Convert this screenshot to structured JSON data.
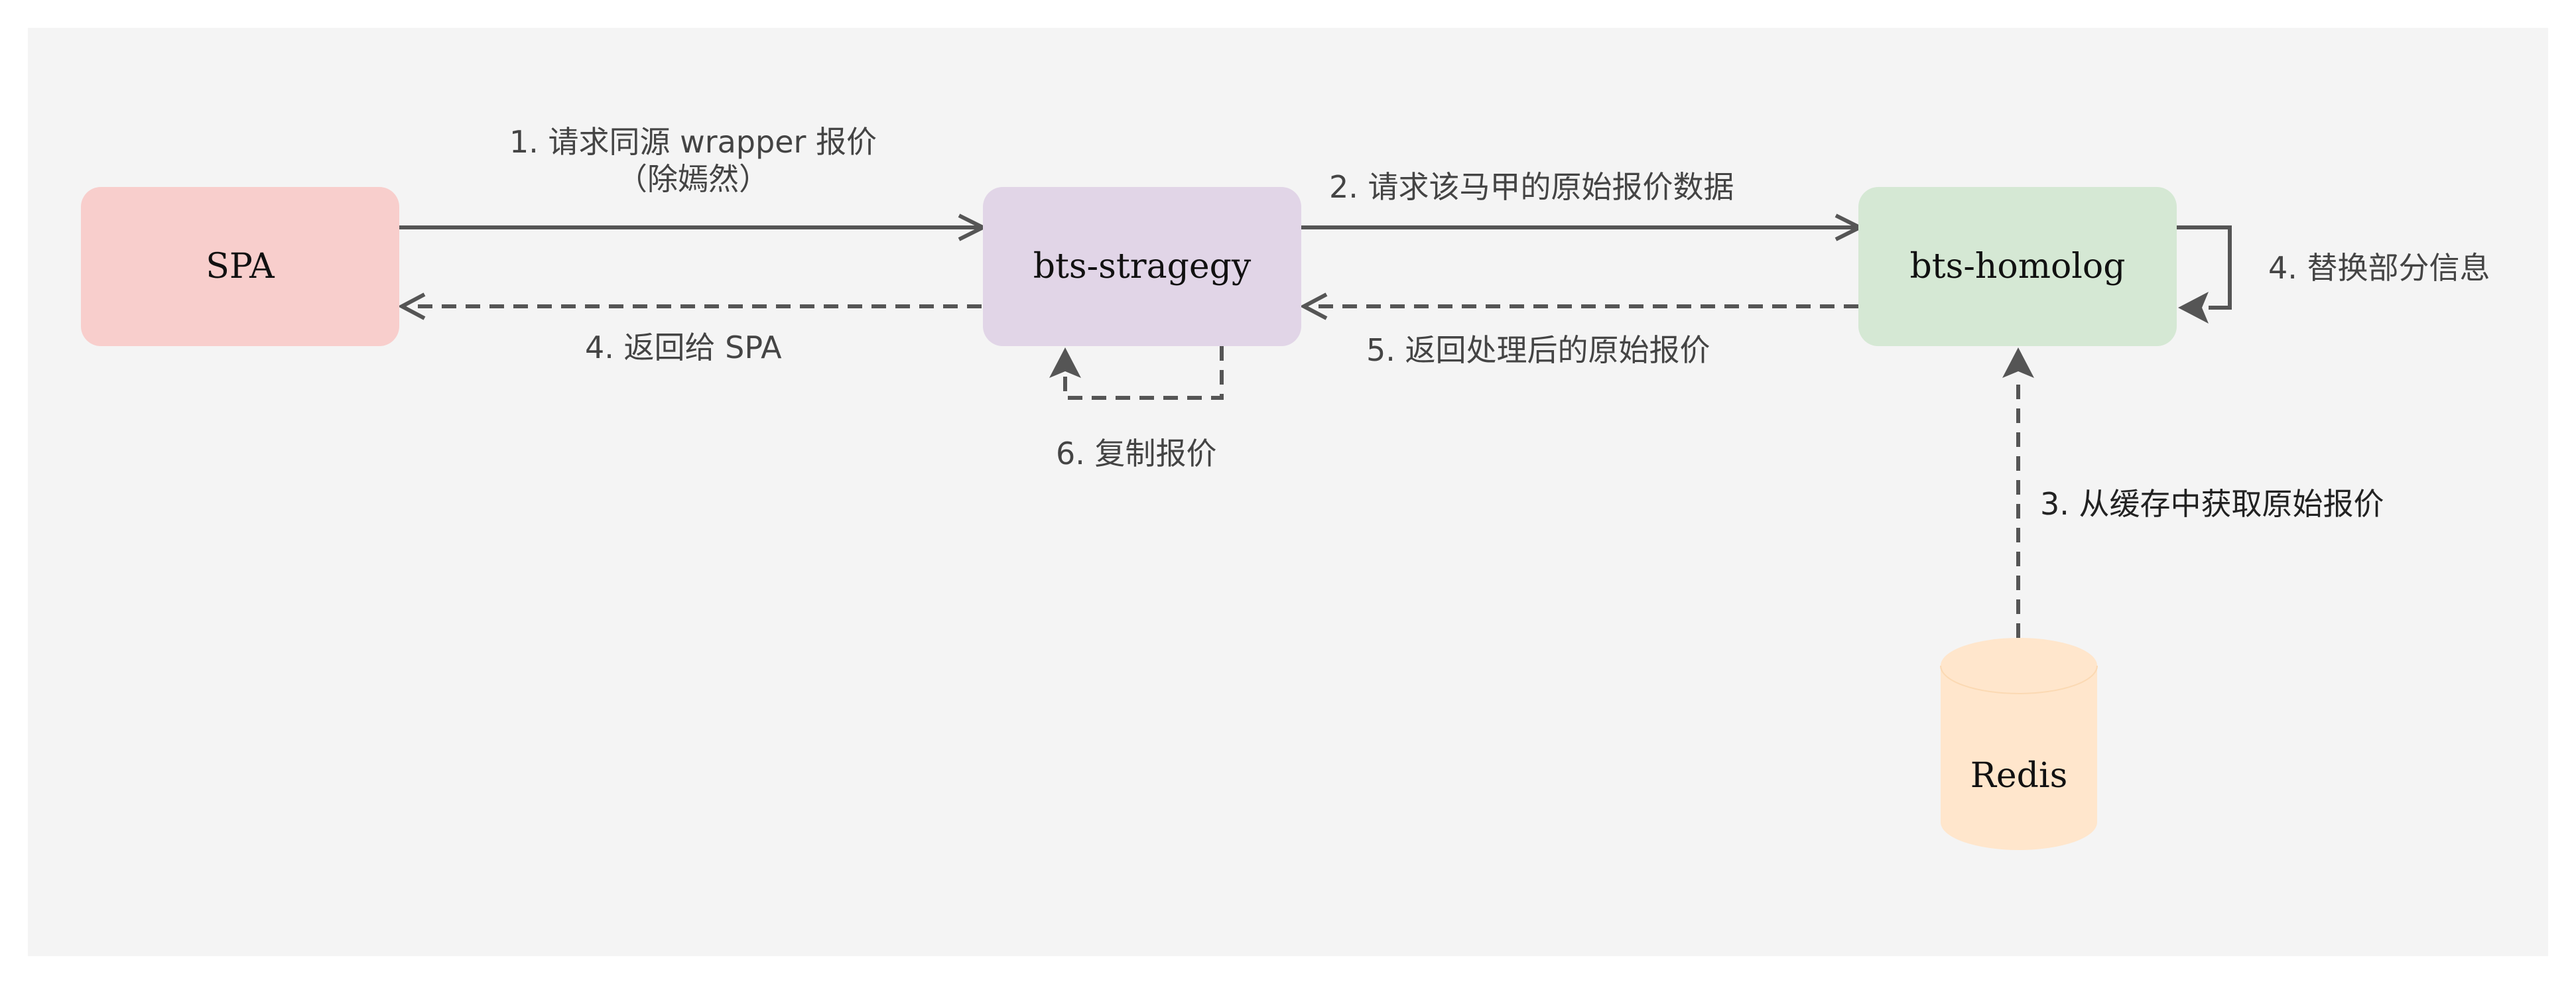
{
  "colors": {
    "canvas_bg": "#f4f4f4",
    "spa_fill": "#f8cecc",
    "strategy_fill": "#e1d5e7",
    "homolog_fill": "#d5e8d4",
    "redis_fill": "#ffe6cc",
    "edge": "#555555"
  },
  "nodes": {
    "spa": "SPA",
    "strategy": "bts-stragegy",
    "homolog": "bts-homolog",
    "redis": "Redis"
  },
  "edges": {
    "e1_line1": "1. 请求同源 wrapper 报价",
    "e1_line2": "（除嫣然）",
    "e2": "2. 请求该马甲的原始报价数据",
    "e3": "3. 从缓存中获取原始报价",
    "e4_replace": "4. 替换部分信息",
    "e4_return": "4. 返回给 SPA",
    "e5": "5. 返回处理后的原始报价",
    "e6": "6. 复制报价"
  }
}
